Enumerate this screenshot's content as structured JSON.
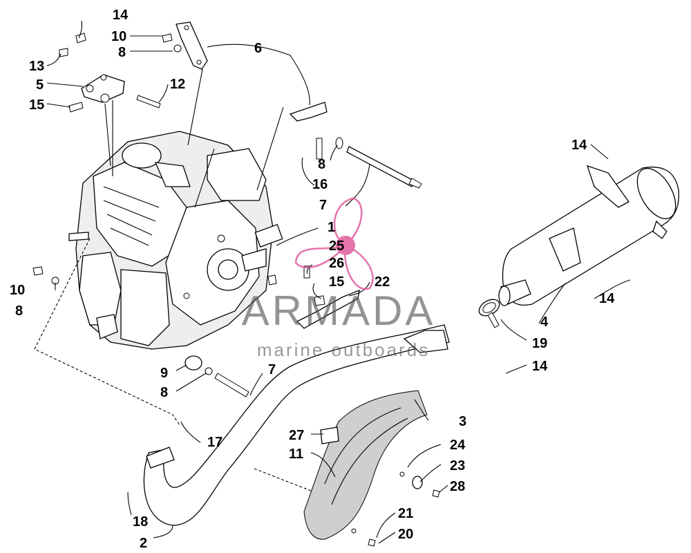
{
  "callouts": {
    "c1": "1",
    "c2": "2",
    "c3": "3",
    "c4": "4",
    "c5": "5",
    "c6": "6",
    "c7a": "7",
    "c7b": "7",
    "c8a": "8",
    "c8b": "8",
    "c8c": "8",
    "c8d": "8",
    "c9": "9",
    "c10a": "10",
    "c10b": "10",
    "c11": "11",
    "c12": "12",
    "c13": "13",
    "c14a": "14",
    "c14b": "14",
    "c14c": "14",
    "c14d": "14",
    "c15a": "15",
    "c15b": "15",
    "c16": "16",
    "c17": "17",
    "c18": "18",
    "c19": "19",
    "c20": "20",
    "c21": "21",
    "c22": "22",
    "c23": "23",
    "c24": "24",
    "c25": "25",
    "c26": "26",
    "c27": "27",
    "c28": "28"
  },
  "watermark": {
    "brand": "ARMADA",
    "tagline": "marine outboards",
    "accent_color": "#e05c9c"
  }
}
